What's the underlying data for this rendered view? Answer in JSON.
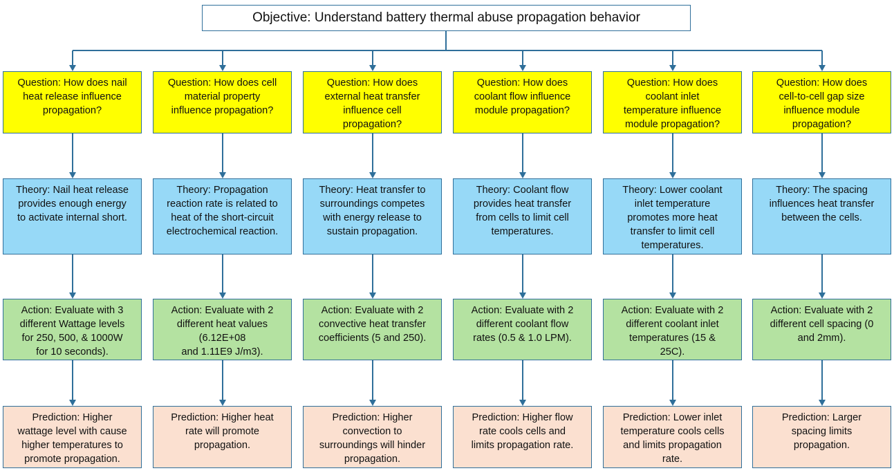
{
  "objective": "Objective: Understand battery thermal abuse propagation behavior",
  "columns": [
    {
      "question": "Question: How does nail\nheat release influence\npropagation?",
      "theory": "Theory: Nail heat release\nprovides enough energy\nto activate internal short.",
      "action": "Action: Evaluate with 3\ndifferent Wattage levels\nfor 250, 500, & 1000W\nfor 10 seconds).",
      "prediction": "Prediction: Higher\nwattage level with cause\nhigher temperatures to\npromote propagation."
    },
    {
      "question": "Question: How does cell\nmaterial property\ninfluence propagation?",
      "theory": "Theory: Propagation\nreaction rate is related to\nheat of the short-circuit\nelectrochemical reaction.",
      "action": "Action: Evaluate with 2\ndifferent heat values\n(6.12E+08\nand 1.11E9 J/m3).",
      "prediction": "Prediction: Higher heat\nrate will promote\npropagation."
    },
    {
      "question": "Question: How does\nexternal heat transfer\ninfluence cell\npropagation?",
      "theory": "Theory: Heat transfer to\nsurroundings competes\nwith energy release to\nsustain propagation.",
      "action": "Action: Evaluate with 2\nconvective heat transfer\ncoefficients (5 and 250).",
      "prediction": "Prediction: Higher\nconvection to\nsurroundings will hinder\npropagation."
    },
    {
      "question": "Question: How does\ncoolant flow influence\nmodule propagation?",
      "theory": "Theory: Coolant flow\nprovides heat transfer\nfrom cells to limit cell\ntemperatures.",
      "action": "Action: Evaluate with 2\ndifferent coolant flow\nrates (0.5 & 1.0 LPM).",
      "prediction": "Prediction: Higher flow\nrate cools cells and\nlimits propagation rate."
    },
    {
      "question": "Question: How does\ncoolant inlet\ntemperature influence\nmodule propagation?",
      "theory": "Theory: Lower coolant\ninlet temperature\npromotes more heat\ntransfer to limit cell\ntemperatures.",
      "action": "Action: Evaluate with 2\ndifferent coolant inlet\ntemperatures (15 &\n25C).",
      "prediction": "Prediction: Lower inlet\ntemperature cools cells\nand limits propagation\nrate."
    },
    {
      "question": "Question: How does\ncell-to-cell gap size\ninfluence module\npropagation?",
      "theory": "Theory: The spacing\ninfluences heat transfer\nbetween the cells.",
      "action": "Action: Evaluate with 2\ndifferent cell spacing (0\nand 2mm).",
      "prediction": "Prediction: Larger\nspacing limits\npropagation."
    }
  ]
}
